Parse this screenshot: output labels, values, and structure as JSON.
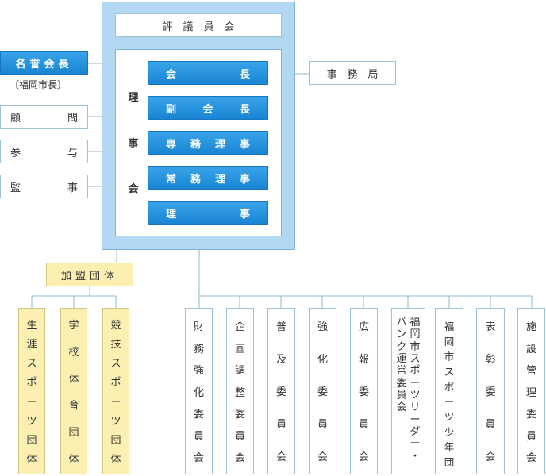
{
  "council": "評　議　員　会",
  "secretariat": "事　務　局",
  "board": {
    "label_chars": [
      "理",
      "事",
      "会"
    ],
    "roles": [
      [
        "会",
        "長"
      ],
      [
        "副",
        "会",
        "長"
      ],
      [
        "専",
        "務",
        "理",
        "事"
      ],
      [
        "常",
        "務",
        "理",
        "事"
      ],
      [
        "理",
        "事"
      ]
    ]
  },
  "advisors": {
    "honorary": "名誉会長",
    "honorary_sub": "〔福岡市長〕",
    "items": [
      [
        "顧",
        "問"
      ],
      [
        "参",
        "与"
      ],
      [
        "監",
        "事"
      ]
    ]
  },
  "affiliated": {
    "label": "加盟団体",
    "groups": [
      [
        "生",
        "涯",
        "ス",
        "ポ",
        "ー",
        "ツ",
        "団",
        "体"
      ],
      [
        "学",
        "校",
        "体",
        "育",
        "団",
        "体"
      ],
      [
        "競",
        "技",
        "ス",
        "ポ",
        "ー",
        "ツ",
        "団",
        "体"
      ]
    ]
  },
  "committees": [
    {
      "cols": [
        [
          "財",
          "務",
          "強",
          "化",
          "委",
          "員",
          "会"
        ]
      ]
    },
    {
      "cols": [
        [
          "企",
          "画",
          "調",
          "整",
          "委",
          "員",
          "会"
        ]
      ]
    },
    {
      "cols": [
        [
          "普",
          "及",
          "委",
          "員",
          "会"
        ]
      ]
    },
    {
      "cols": [
        [
          "強",
          "化",
          "委",
          "員",
          "会"
        ]
      ]
    },
    {
      "cols": [
        [
          "広",
          "報",
          "委",
          "員",
          "会"
        ]
      ]
    },
    {
      "cols": [
        [
          "バ",
          "ン",
          "ク",
          "運",
          "営",
          "委",
          "員",
          "会"
        ],
        [
          "福",
          "岡",
          "市",
          "ス",
          "ポ",
          "ー",
          "ツ",
          "リ",
          "ー",
          "ダ",
          "ー",
          "・"
        ]
      ]
    },
    {
      "cols": [
        [
          "福",
          "岡",
          "市",
          "ス",
          "ポ",
          "ー",
          "ツ",
          "少",
          "年",
          "団"
        ]
      ]
    },
    {
      "cols": [
        [
          "表",
          "彰",
          "委",
          "員",
          "会"
        ]
      ]
    },
    {
      "cols": [
        [
          "施",
          "設",
          "管",
          "理",
          "委",
          "員",
          "会"
        ]
      ]
    }
  ]
}
